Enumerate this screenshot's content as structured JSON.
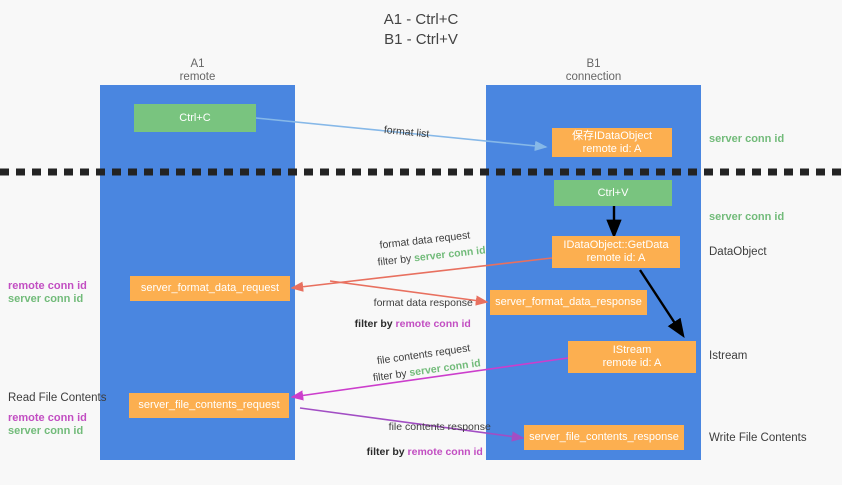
{
  "page": {
    "title_line1": "A1 - Ctrl+C",
    "title_line2": "B1 - Ctrl+V",
    "background_color": "#f8f8f8"
  },
  "colors": {
    "column_blue": "#4a86e0",
    "node_green": "#79c47f",
    "node_orange": "#fcaf50",
    "server_conn_green": "#72bb7a",
    "remote_conn_purple": "#c24ec2",
    "arrow_red": "#e8705f",
    "arrow_lightblue": "#86b8e8",
    "arrow_magenta": "#cc3ecc",
    "arrow_purple": "#a24ec4",
    "arrow_black": "#000000",
    "dashed_line": "#232323",
    "text_dark": "#3d3d3d"
  },
  "columns": [
    {
      "id": "a1",
      "title": "A1",
      "subtitle": "remote"
    },
    {
      "id": "b1",
      "title": "B1",
      "subtitle": "connection"
    }
  ],
  "nodes": {
    "ctrl_c": {
      "label": "Ctrl+C",
      "color": "green"
    },
    "save_idataobject": {
      "line1": "保存IDataObject",
      "line2": "remote id: A",
      "color": "orange"
    },
    "ctrl_v": {
      "label": "Ctrl+V",
      "color": "green"
    },
    "getdata": {
      "line1": "IDataObject::GetData",
      "line2": "remote id: A",
      "color": "orange"
    },
    "istream": {
      "line1": "IStream",
      "line2": "remote id: A",
      "color": "orange"
    },
    "server_format_data_request": {
      "label": "server_format_data_request",
      "color": "orange"
    },
    "server_format_data_response": {
      "label": "server_format_data_response",
      "color": "orange"
    },
    "server_file_contents_request": {
      "label": "server_file_contents_request",
      "color": "orange"
    },
    "server_file_contents_response": {
      "label": "server_file_contents_response",
      "color": "orange"
    }
  },
  "right_labels": [
    {
      "id": "server-conn-id-1",
      "text": "server conn id",
      "style": "green"
    },
    {
      "id": "server-conn-id-2",
      "text": "server conn id",
      "style": "green"
    },
    {
      "id": "dataobject",
      "text": "DataObject",
      "style": "dark"
    },
    {
      "id": "istream",
      "text": "Istream",
      "style": "dark"
    },
    {
      "id": "write-file-contents",
      "text": "Write File Contents",
      "style": "dark"
    }
  ],
  "left_labels": {
    "mid_remote": "remote conn id",
    "mid_server": "server conn id",
    "read_file_contents": "Read File Contents",
    "bottom_remote": "remote conn id",
    "bottom_server": "server conn id"
  },
  "edges": [
    {
      "id": "format-list",
      "text": "format list",
      "filter_prefix": "",
      "filter_value": "",
      "filter_style": ""
    },
    {
      "id": "format-data-request",
      "text": "format data request",
      "filter_prefix": "filter by ",
      "filter_value": "server conn id",
      "filter_style": "green"
    },
    {
      "id": "format-data-response",
      "text": "format data response",
      "filter_prefix": "filter by ",
      "filter_value": "remote conn id",
      "filter_style": "purple"
    },
    {
      "id": "file-contents-request",
      "text": "file contents request",
      "filter_prefix": "filter by ",
      "filter_value": "server conn id",
      "filter_style": "green"
    },
    {
      "id": "file-contents-response",
      "text": "file contents response",
      "filter_prefix": "filter by ",
      "filter_value": "remote conn id",
      "filter_style": "purple"
    }
  ]
}
